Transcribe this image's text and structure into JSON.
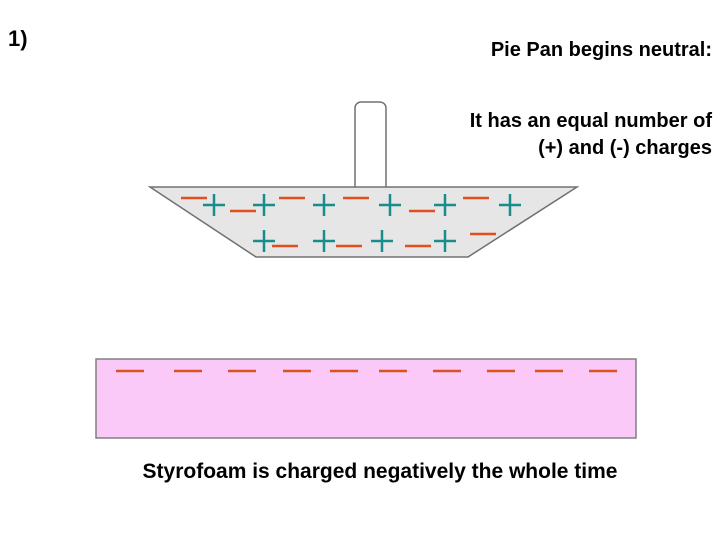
{
  "slide": {
    "number": "1)"
  },
  "caption": {
    "title": "Pie Pan begins neutral:",
    "body": "It has an equal number of (+) and (-) charges"
  },
  "bottom": {
    "text": "Styrofoam is charged negatively the whole time"
  },
  "colors": {
    "pan_fill": "#e6e6e6",
    "pan_stroke": "#707070",
    "positive": "#1a8c8c",
    "negative": "#e0501e",
    "styrofoam_fill": "#fbc9f8",
    "styrofoam_stroke": "#808080"
  }
}
